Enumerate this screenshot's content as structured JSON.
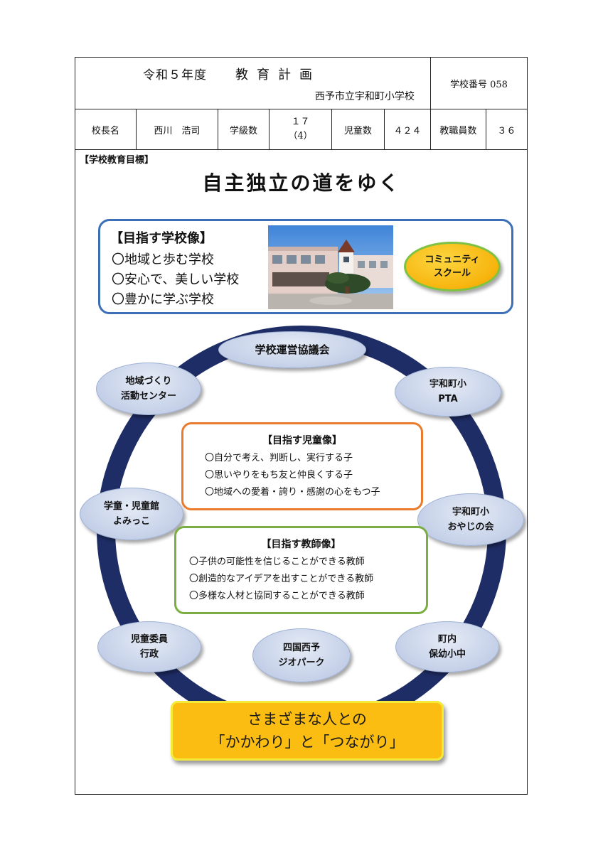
{
  "header": {
    "year_label": "令和５年度",
    "plan_title": "教育計画",
    "school_name": "西予市立宇和町小学校",
    "school_number": "学校番号 058",
    "principal_label": "校長名",
    "principal_name": "西川　浩司",
    "classes_label": "学級数",
    "classes_value": "１７",
    "classes_special": "（4）",
    "students_label": "児童数",
    "students_value": "４２４",
    "staff_label": "教職員数",
    "staff_value": "３６"
  },
  "goal_section_label": "【学校教育目標】",
  "motto": "自主独立の道をゆく",
  "school_vision": {
    "heading": "【目指す学校像】",
    "items": [
      "〇地域と歩む学校",
      "〇安心で、美しい学校",
      "〇豊かに学ぶ学校"
    ]
  },
  "community_school": {
    "line1": "コミュニティ",
    "line2": "スクール"
  },
  "nodes": {
    "council": {
      "line1": "学校運営協議会"
    },
    "pta": {
      "line1": "宇和町小",
      "line2": "PTA"
    },
    "center": {
      "line1": "地域づくり",
      "line2": "活動センター"
    },
    "gakudo": {
      "line1": "学童・児童館",
      "line2": "よみっこ"
    },
    "oyaji": {
      "line1": "宇和町小",
      "line2": "おやじの会"
    },
    "iin": {
      "line1": "児童委員",
      "line2": "行政"
    },
    "geopark": {
      "line1": "四国西予",
      "line2": "ジオパーク"
    },
    "town": {
      "line1": "町内",
      "line2": "保幼小中"
    }
  },
  "child_vision": {
    "heading": "【目指す児童像】",
    "items": [
      "〇自分で考え、判断し、実行する子",
      "〇思いやりをもち友と仲良くする子",
      "〇地域への愛着・誇り・感謝の心をもつ子"
    ]
  },
  "teacher_vision": {
    "heading": "【目指す教師像】",
    "items": [
      "〇子供の可能性を信じることができる教師",
      "〇創造的なアイデアを出すことができる教師",
      "〇多様な人材と協同することができる教師"
    ]
  },
  "banner": {
    "line1": "さまざまな人との",
    "line2": "「かかわり」と「つながり」"
  },
  "colors": {
    "ring": "#1f2d66",
    "node_fill": "#c9d4ea",
    "school_box_border": "#3d6fb8",
    "child_box_border": "#ea7b2c",
    "teacher_box_border": "#7aad43",
    "banner_fill": "#fbbd12",
    "community_fill": "#f7b40d"
  }
}
